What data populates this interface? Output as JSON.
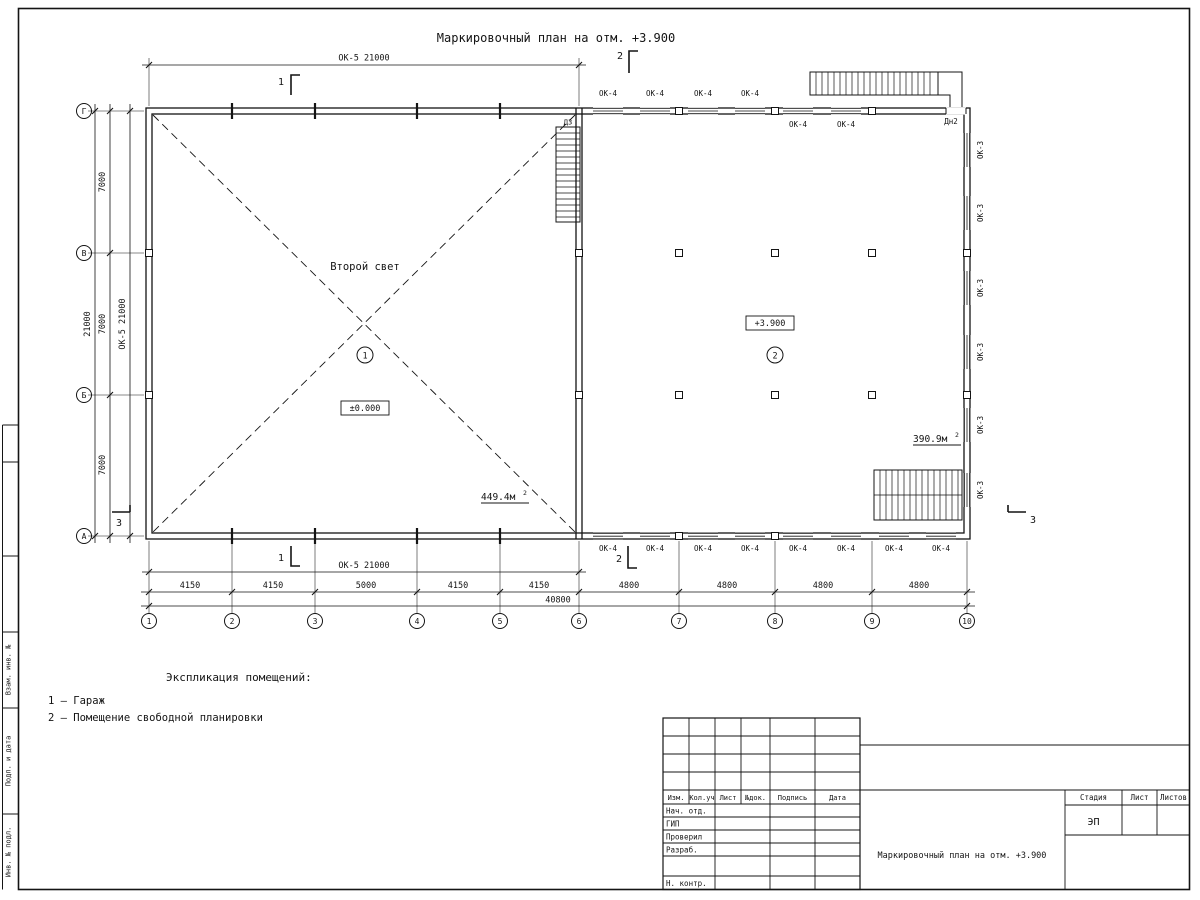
{
  "sheet": {
    "title": "Маркировочный план на отм. +3.900"
  },
  "plan": {
    "second_light": "Второй свет",
    "room1": {
      "number": "1",
      "level": "±0.000",
      "area": "449.4м",
      "area_sup": "2"
    },
    "room2": {
      "number": "2",
      "level": "+3.900",
      "area": "390.9м",
      "area_sup": "2"
    },
    "stair_label": "Д3",
    "door_label": "Дн2",
    "ok4": "ОК-4",
    "ok3": "ОК-3",
    "ok5": "ОК-5 21000"
  },
  "axes": {
    "cols": [
      "1",
      "2",
      "3",
      "4",
      "5",
      "6",
      "7",
      "8",
      "9",
      "10"
    ],
    "rows": [
      "Г",
      "В",
      "Б",
      "А"
    ]
  },
  "dims": {
    "col_segments": [
      "4150",
      "4150",
      "5000",
      "4150",
      "4150",
      "4800",
      "4800",
      "4800",
      "4800"
    ],
    "col_total": "40800",
    "row_segments": [
      "7000",
      "7000",
      "7000"
    ],
    "row_total": "21000"
  },
  "sections": {
    "s1": "1",
    "s2": "2",
    "s3": "3"
  },
  "legend": {
    "title": "Экспликация помещений:",
    "items": [
      "1 – Гараж",
      "2 – Помещение свободной планировки"
    ]
  },
  "titleblock": {
    "cols": [
      "Изм.",
      "Кол.уч",
      "Лист",
      "№док.",
      "Подпись",
      "Дата"
    ],
    "roles": [
      "Нач. отд.",
      "ГИП",
      "Проверил",
      "Разраб.",
      "Н. контр."
    ],
    "stage_cols": [
      "Стадия",
      "Лист",
      "Листов"
    ],
    "stage_value": "ЭП",
    "doc_title": "Маркировочный план на отм. +3.900"
  },
  "frame": {
    "left_labels": [
      "Взам. инв. №",
      "Подп. и дата",
      "Инв. № подл."
    ]
  }
}
